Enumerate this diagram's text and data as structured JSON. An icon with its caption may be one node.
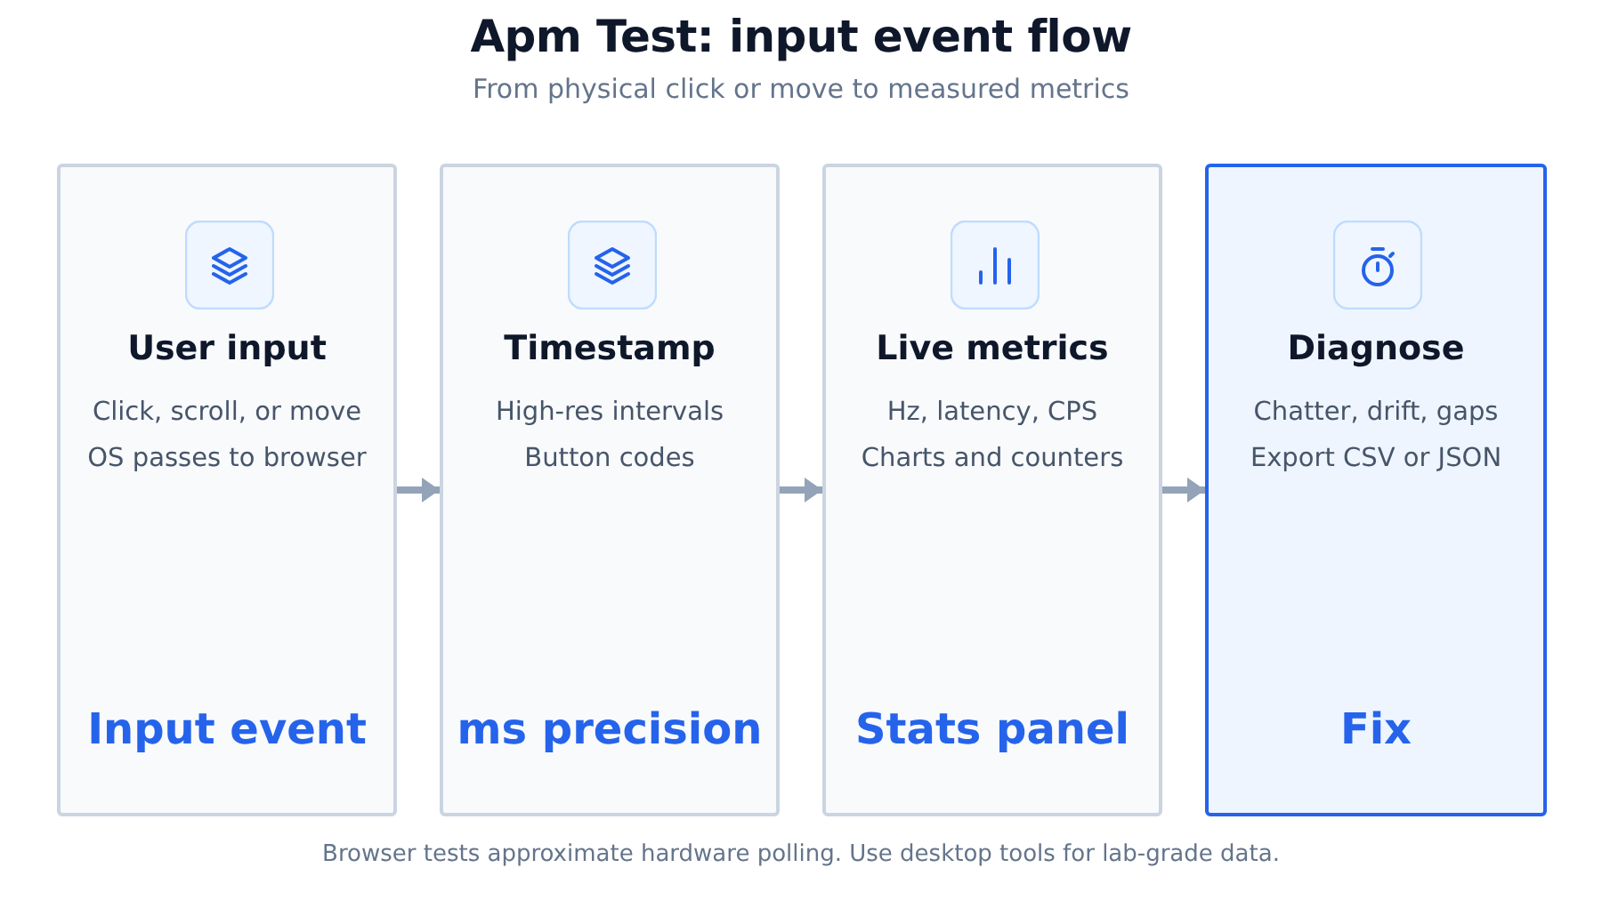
{
  "diagram": {
    "title": "Apm Test: input event flow",
    "nodes": [
      {
        "text": [
          "User input",
          "Click, scroll, or move",
          "OS passes to browser",
          "Input event"
        ]
      },
      {
        "text": [
          "Timestamp",
          "High-res intervals",
          "Button codes",
          "ms precision"
        ]
      },
      {
        "text": [
          "Live metrics",
          "Hz, latency, CPS",
          "Charts and counters",
          "Stats panel"
        ]
      },
      {
        "text": [
          "Diagnose",
          "Chatter, drift, gaps",
          "Export CSV or JSON",
          "Fix"
        ]
      }
    ],
    "edges": [
      {
        "from": 0,
        "to": 1,
        "arrow": "to"
      },
      {
        "from": 1,
        "to": 2,
        "arrow": "to"
      },
      {
        "from": 2,
        "to": 3,
        "arrow": "to"
      }
    ],
    "labels": [
      "From physical click or move to measured metrics",
      "Browser tests approximate hardware polling. Use desktop tools for lab-grade data."
    ]
  }
}
